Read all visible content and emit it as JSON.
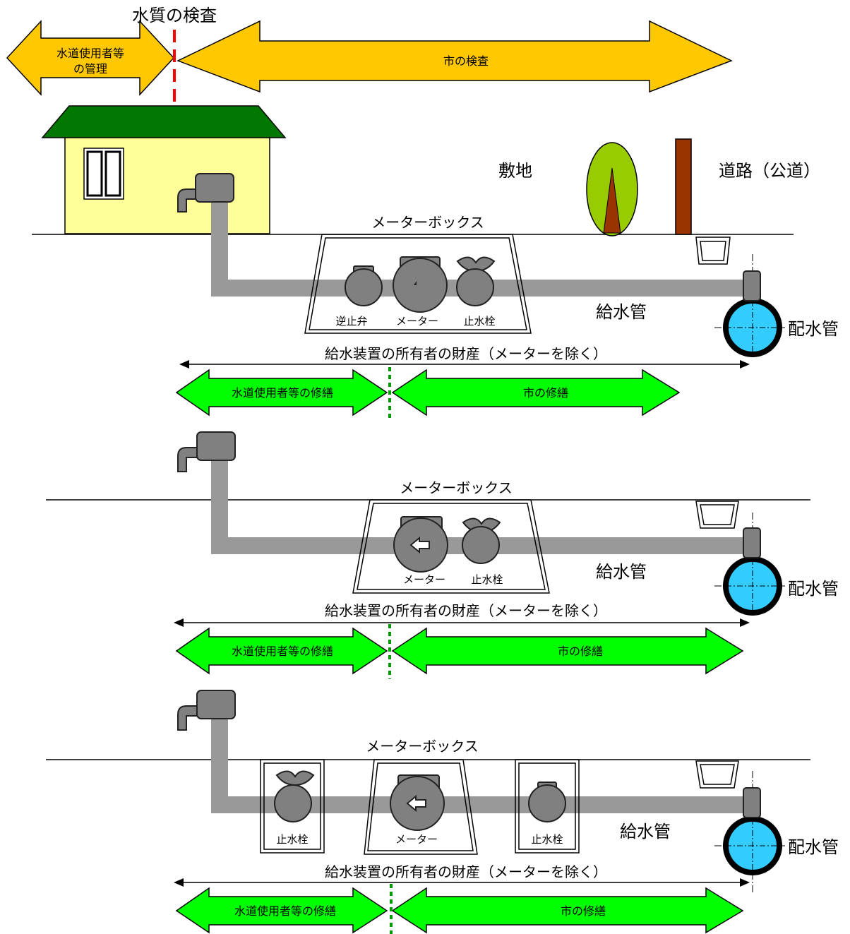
{
  "top_label": "水質の検査",
  "yellow_left": [
    "水道使用者等",
    "の管理"
  ],
  "yellow_right": "市の検査",
  "site": "敷地",
  "road": "道路（公道）",
  "meter_box": "メーターボックス",
  "check_valve": "逆止弁",
  "meter": "メーター",
  "stop_valve": "止水栓",
  "service_pipe": "給水管",
  "distribution_pipe": "配水管",
  "property": "給水装置の所有者の財産（メーターを除く）",
  "user_repair": "水道使用者等の修繕",
  "city_repair": "市の修繕",
  "colors": {
    "yellow_arrow": "#ffc800",
    "green_arrow": "#00ff00",
    "pipe": "#999999",
    "house_wall": "#ffff99",
    "roof": "#007700",
    "main_pipe": "#33ccff",
    "boundary_red": "#ff0000",
    "boundary_green": "#009900"
  }
}
